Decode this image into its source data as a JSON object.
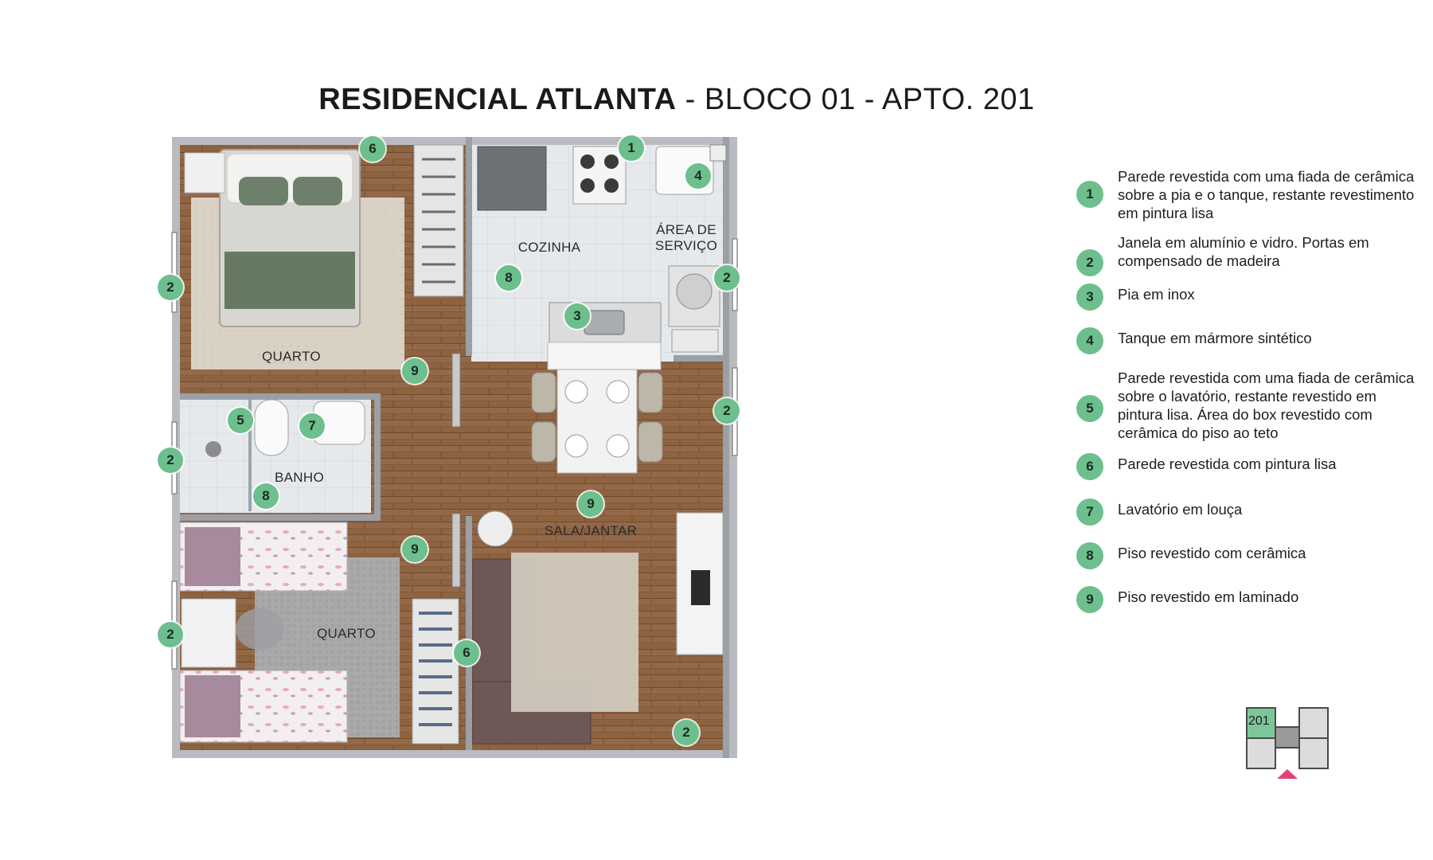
{
  "header": {
    "title_bold": "RESIDENCIAL ATLANTA",
    "title_rest": "- BLOCO 01 - APTO. 201"
  },
  "rooms": {
    "quarto_1": "QUARTO",
    "cozinha": "COZINHA",
    "area_servico_line1": "ÁREA DE",
    "area_servico_line2": "SERVIÇO",
    "banho": "BANHO",
    "sala_jantar": "SALA/JANTAR",
    "quarto_2": "QUARTO"
  },
  "markers": [
    "6",
    "1",
    "4",
    "2",
    "8",
    "2",
    "3",
    "9",
    "2",
    "5",
    "7",
    "2",
    "8",
    "9",
    "9",
    "2",
    "6",
    "2"
  ],
  "legend": [
    {
      "num": "1",
      "text": "Parede revestida com uma fiada de cerâmica sobre a pia e o tanque, restante revestimento em pintura lisa"
    },
    {
      "num": "2",
      "text": "Janela em alumínio e vidro. Portas em compensado de madeira"
    },
    {
      "num": "3",
      "text": "Pia em inox"
    },
    {
      "num": "4",
      "text": "Tanque em mármore sintético"
    },
    {
      "num": "5",
      "text": "Parede revestida com uma fiada de cerâmica sobre o lavatório, restante revestido em pintura lisa. Área do box revestido com cerâmica do piso ao teto"
    },
    {
      "num": "6",
      "text": "Parede revestida com pintura lisa"
    },
    {
      "num": "7",
      "text": "Lavatório em louça"
    },
    {
      "num": "8",
      "text": "Piso revestido com cerâmica"
    },
    {
      "num": "9",
      "text": "Piso revestido em laminado"
    }
  ],
  "keyplan": {
    "unit": "201"
  },
  "colors": {
    "marker": "#6dbf8d",
    "wood": "#8a5f3c",
    "tile": "#dfe3e6",
    "wall": "#8c9094",
    "accent_arrow": "#e0427a"
  }
}
